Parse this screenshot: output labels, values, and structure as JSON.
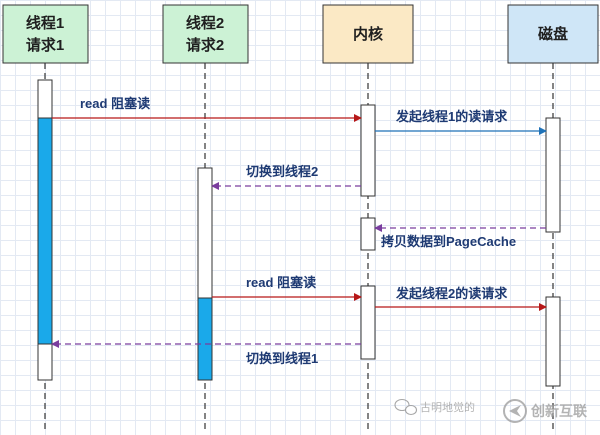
{
  "participants": [
    {
      "line1": "线程1",
      "line2": "请求1",
      "fill": "#ccf2d5"
    },
    {
      "line1": "线程2",
      "line2": "请求2",
      "fill": "#ccf2d5"
    },
    {
      "line1": "内核",
      "line2": "",
      "fill": "#fbe9c5"
    },
    {
      "line1": "磁盘",
      "line2": "",
      "fill": "#cfe6f7"
    }
  ],
  "messages": [
    {
      "text": "read 阻塞读",
      "color": "#b61818"
    },
    {
      "text": "发起线程1的读请求",
      "color": "#1f72b8"
    },
    {
      "text": "切换到线程2",
      "color": "#7a3d9e"
    },
    {
      "text": "拷贝数据到PageCache",
      "color": "#7a3d9e"
    },
    {
      "text": "read 阻塞读",
      "color": "#b61818"
    },
    {
      "text": "发起线程2的读请求",
      "color": "#b61818"
    },
    {
      "text": "切换到线程1",
      "color": "#7a3d9e"
    }
  ],
  "colors": {
    "active_fill": "#1aa9ea",
    "outline": "#333333"
  },
  "watermark": {
    "wechat": "古明地觉的",
    "brand": "创新互联"
  }
}
